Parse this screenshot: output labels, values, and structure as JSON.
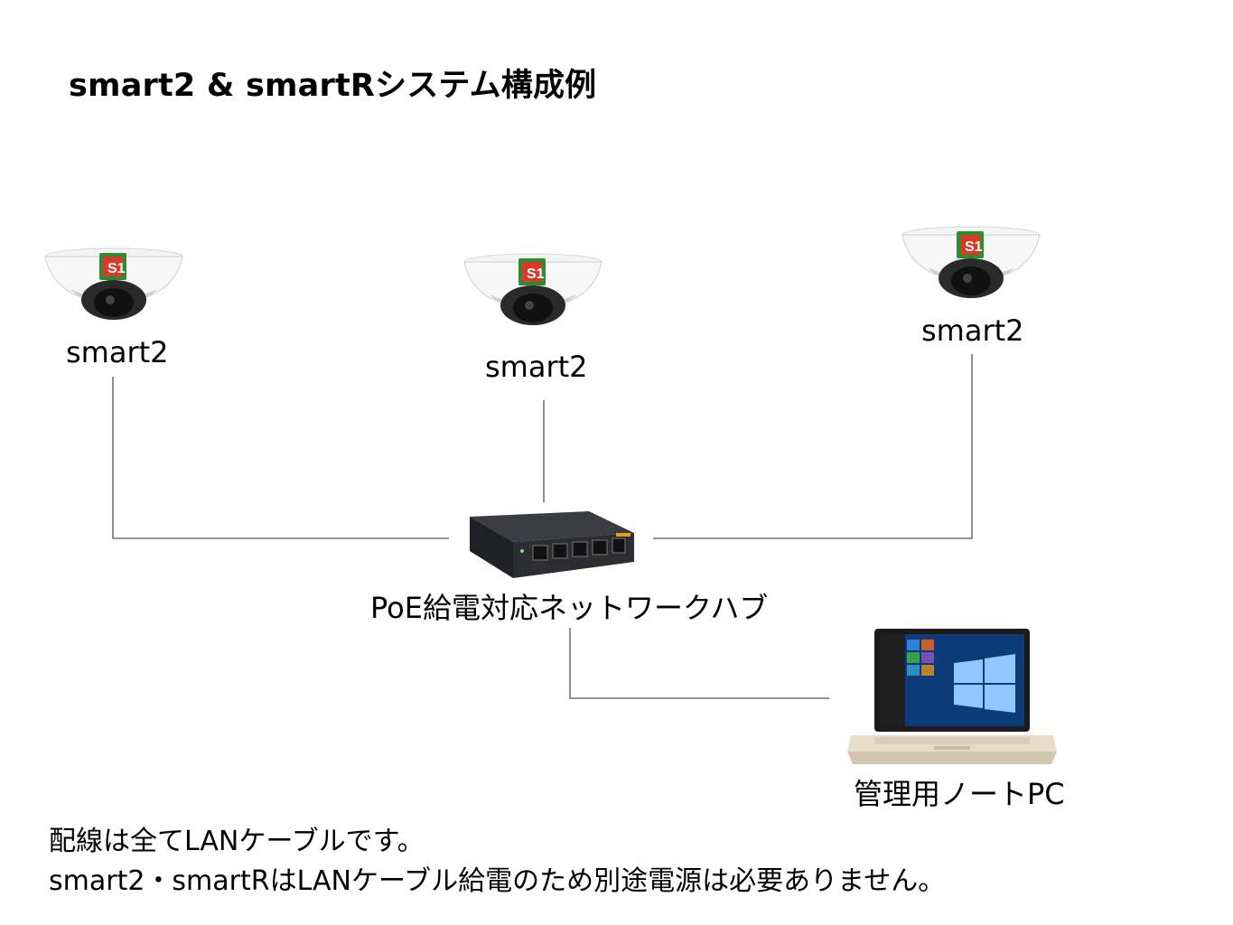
{
  "title": "smart2 & smartRシステム構成例",
  "cameras": [
    {
      "label": "smart2"
    },
    {
      "label": "smart2"
    },
    {
      "label": "smart2"
    }
  ],
  "hub": {
    "label": "PoE給電対応ネットワークハブ"
  },
  "laptop": {
    "label": "管理用ノートPC"
  },
  "notes": [
    "配線は全てLANケーブルです。",
    "smart2・smartRはLANケーブル給電のため別途電源は必要ありません。"
  ]
}
